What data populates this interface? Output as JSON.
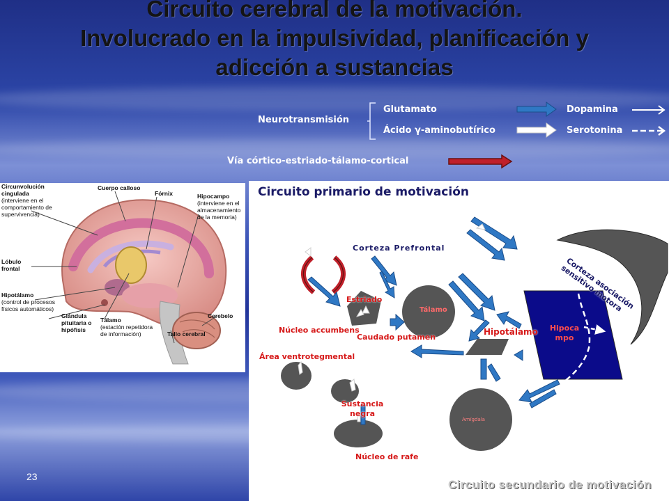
{
  "slide": {
    "title_lines": [
      "Circuito cerebral de la motivación.",
      "Involucrado en la impulsividad, planificación y",
      "adicción a sustancias"
    ],
    "page_number": "23",
    "footer_caption": "Circuito secundario de motivación"
  },
  "legend": {
    "neurotransmission_label": "Neurotransmisión",
    "items": [
      {
        "label": "Glutamato",
        "color": "#2f78c4"
      },
      {
        "label": "Ácido γ-aminobutírico",
        "color": "#ffffff"
      },
      {
        "label": "Dopamina"
      },
      {
        "label": "Serotonina"
      }
    ],
    "pathway_label": "Vía córtico-estriado-tálamo-cortical",
    "pathway_color": "#c0202a"
  },
  "brain_image": {
    "labels": {
      "cingulate": "Circunvolución cingulada",
      "cingulate_note": "(interviene en el comportamiento de supervivencia)",
      "corpus_callosum": "Cuerpo calloso",
      "fornix": "Fórnix",
      "hippocampus": "Hipocampo",
      "hippocampus_note": "(interviene en el almacenamiento de la memoria)",
      "frontal_lobe": "Lóbulo frontal",
      "hypothalamus": "Hipotálamo",
      "hypothalamus_note": "(control de procesos físicos automáticos)",
      "pituitary": "Glándula pituitaria o hipófisis",
      "thalamus": "Tálamo",
      "thalamus_note": "(estación repetidora de información)",
      "cerebellum": "Cerebelo",
      "brainstem": "Tallo cerebral"
    }
  },
  "diagram": {
    "title": "Circuito primario de motivación",
    "nodes": {
      "prefrontal": "Corteza Prefrontal",
      "association_cortex": "Corteza asociación sensitivo motora",
      "striatum": "Estriado",
      "thalamus": "Tálamo",
      "accumbens": "Núcleo accumbens",
      "caudate": "Caudado putamen",
      "hypothalamus": "Hipotálamo",
      "hippocampus": "Hipocampo",
      "vta": "Área ventrotegmental",
      "substantia_nigra": "Sustancia negra",
      "amygdala": "Amígdala",
      "raphe": "Núcleo de rafe"
    },
    "colors": {
      "glutamate": "#2f78c4",
      "hippocampus_fill": "#0b0b8a",
      "gray_node": "#555555",
      "label_red": "#d61a1a"
    }
  }
}
